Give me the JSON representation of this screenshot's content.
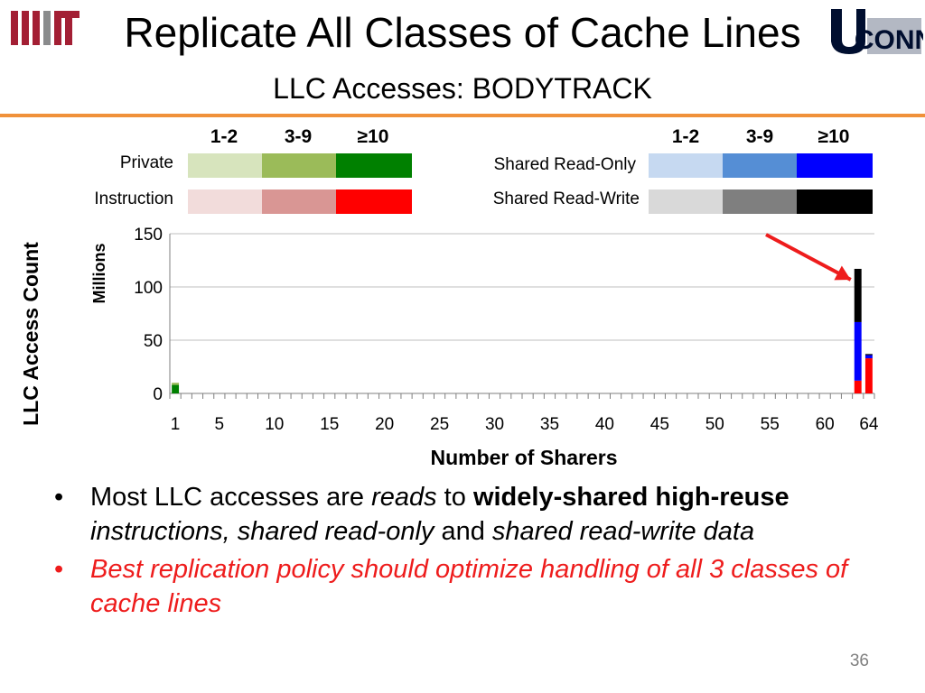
{
  "slide": {
    "title": "Replicate All Classes of Cache Lines",
    "subtitle": "LLC Accesses: BODYTRACK",
    "page_number": "36",
    "accent_color": "#f0913a",
    "logos": [
      "mit-logo",
      "uconn-logo"
    ]
  },
  "legend": {
    "buckets": [
      "1-2",
      "3-9",
      "≥10"
    ],
    "left": [
      {
        "label": "Private",
        "colors": [
          "#d7e4bd",
          "#9bbb59",
          "#008000"
        ]
      },
      {
        "label": "Instruction",
        "colors": [
          "#f2dcdb",
          "#d99694",
          "#ff0000"
        ]
      }
    ],
    "right": [
      {
        "label": "Shared Read-Only",
        "colors": [
          "#c6d9f1",
          "#558ed5",
          "#0000ff"
        ]
      },
      {
        "label": "Shared Read-Write",
        "colors": [
          "#d9d9d9",
          "#7f7f7f",
          "#000000"
        ]
      }
    ]
  },
  "chart_data": {
    "type": "bar",
    "stacked": true,
    "x": [
      1,
      2,
      3,
      4,
      5,
      6,
      7,
      8,
      9,
      10,
      11,
      12,
      13,
      14,
      15,
      16,
      17,
      18,
      19,
      20,
      21,
      22,
      23,
      24,
      25,
      26,
      27,
      28,
      29,
      30,
      31,
      32,
      33,
      34,
      35,
      36,
      37,
      38,
      39,
      40,
      41,
      42,
      43,
      44,
      45,
      46,
      47,
      48,
      49,
      50,
      51,
      52,
      53,
      54,
      55,
      56,
      57,
      58,
      59,
      60,
      61,
      62,
      63,
      64
    ],
    "xticks": [
      1,
      5,
      10,
      15,
      20,
      25,
      30,
      35,
      40,
      45,
      50,
      55,
      60,
      64
    ],
    "xlabel": "Number of Sharers",
    "ylabel": "LLC Access Count",
    "ylabel_units": "Millions",
    "ylim": [
      0,
      150
    ],
    "yticks": [
      0,
      50,
      100,
      150
    ],
    "grid": true,
    "bars": [
      {
        "x": 1,
        "segments": [
          {
            "class": "Private ≥10",
            "color": "#008000",
            "value": 8
          },
          {
            "class": "Private 3-9",
            "color": "#9bbb59",
            "value": 2
          }
        ]
      },
      {
        "x": 63,
        "segments": [
          {
            "class": "Instruction ≥10",
            "color": "#ff0000",
            "value": 12
          },
          {
            "class": "Shared Read-Only ≥10",
            "color": "#0000ff",
            "value": 55
          },
          {
            "class": "Shared Read-Write ≥10",
            "color": "#000000",
            "value": 50
          }
        ]
      },
      {
        "x": 64,
        "segments": [
          {
            "class": "Instruction ≥10",
            "color": "#ff0000",
            "value": 33
          },
          {
            "class": "Shared Read-Only ≥10",
            "color": "#0000ff",
            "value": 3
          },
          {
            "class": "Shared Read-Write ≥10",
            "color": "#000000",
            "value": 1
          }
        ]
      }
    ],
    "annotation_color": "#ee1c1c"
  },
  "bullets": [
    {
      "color": "black",
      "runs": [
        {
          "text": "Most LLC accesses are ",
          "style": "normal"
        },
        {
          "text": "reads",
          "style": "italic"
        },
        {
          "text": " to ",
          "style": "normal"
        },
        {
          "text": "widely-shared high-reuse",
          "style": "bold"
        },
        {
          "text": " ",
          "style": "normal"
        },
        {
          "text": "instructions, shared read-only",
          "style": "italic"
        },
        {
          "text": " and ",
          "style": "normal"
        },
        {
          "text": "shared read-write data",
          "style": "italic"
        }
      ]
    },
    {
      "color": "red",
      "runs": [
        {
          "text": "Best replication policy should optimize handling of all 3 classes of cache lines",
          "style": "italic"
        }
      ]
    }
  ]
}
